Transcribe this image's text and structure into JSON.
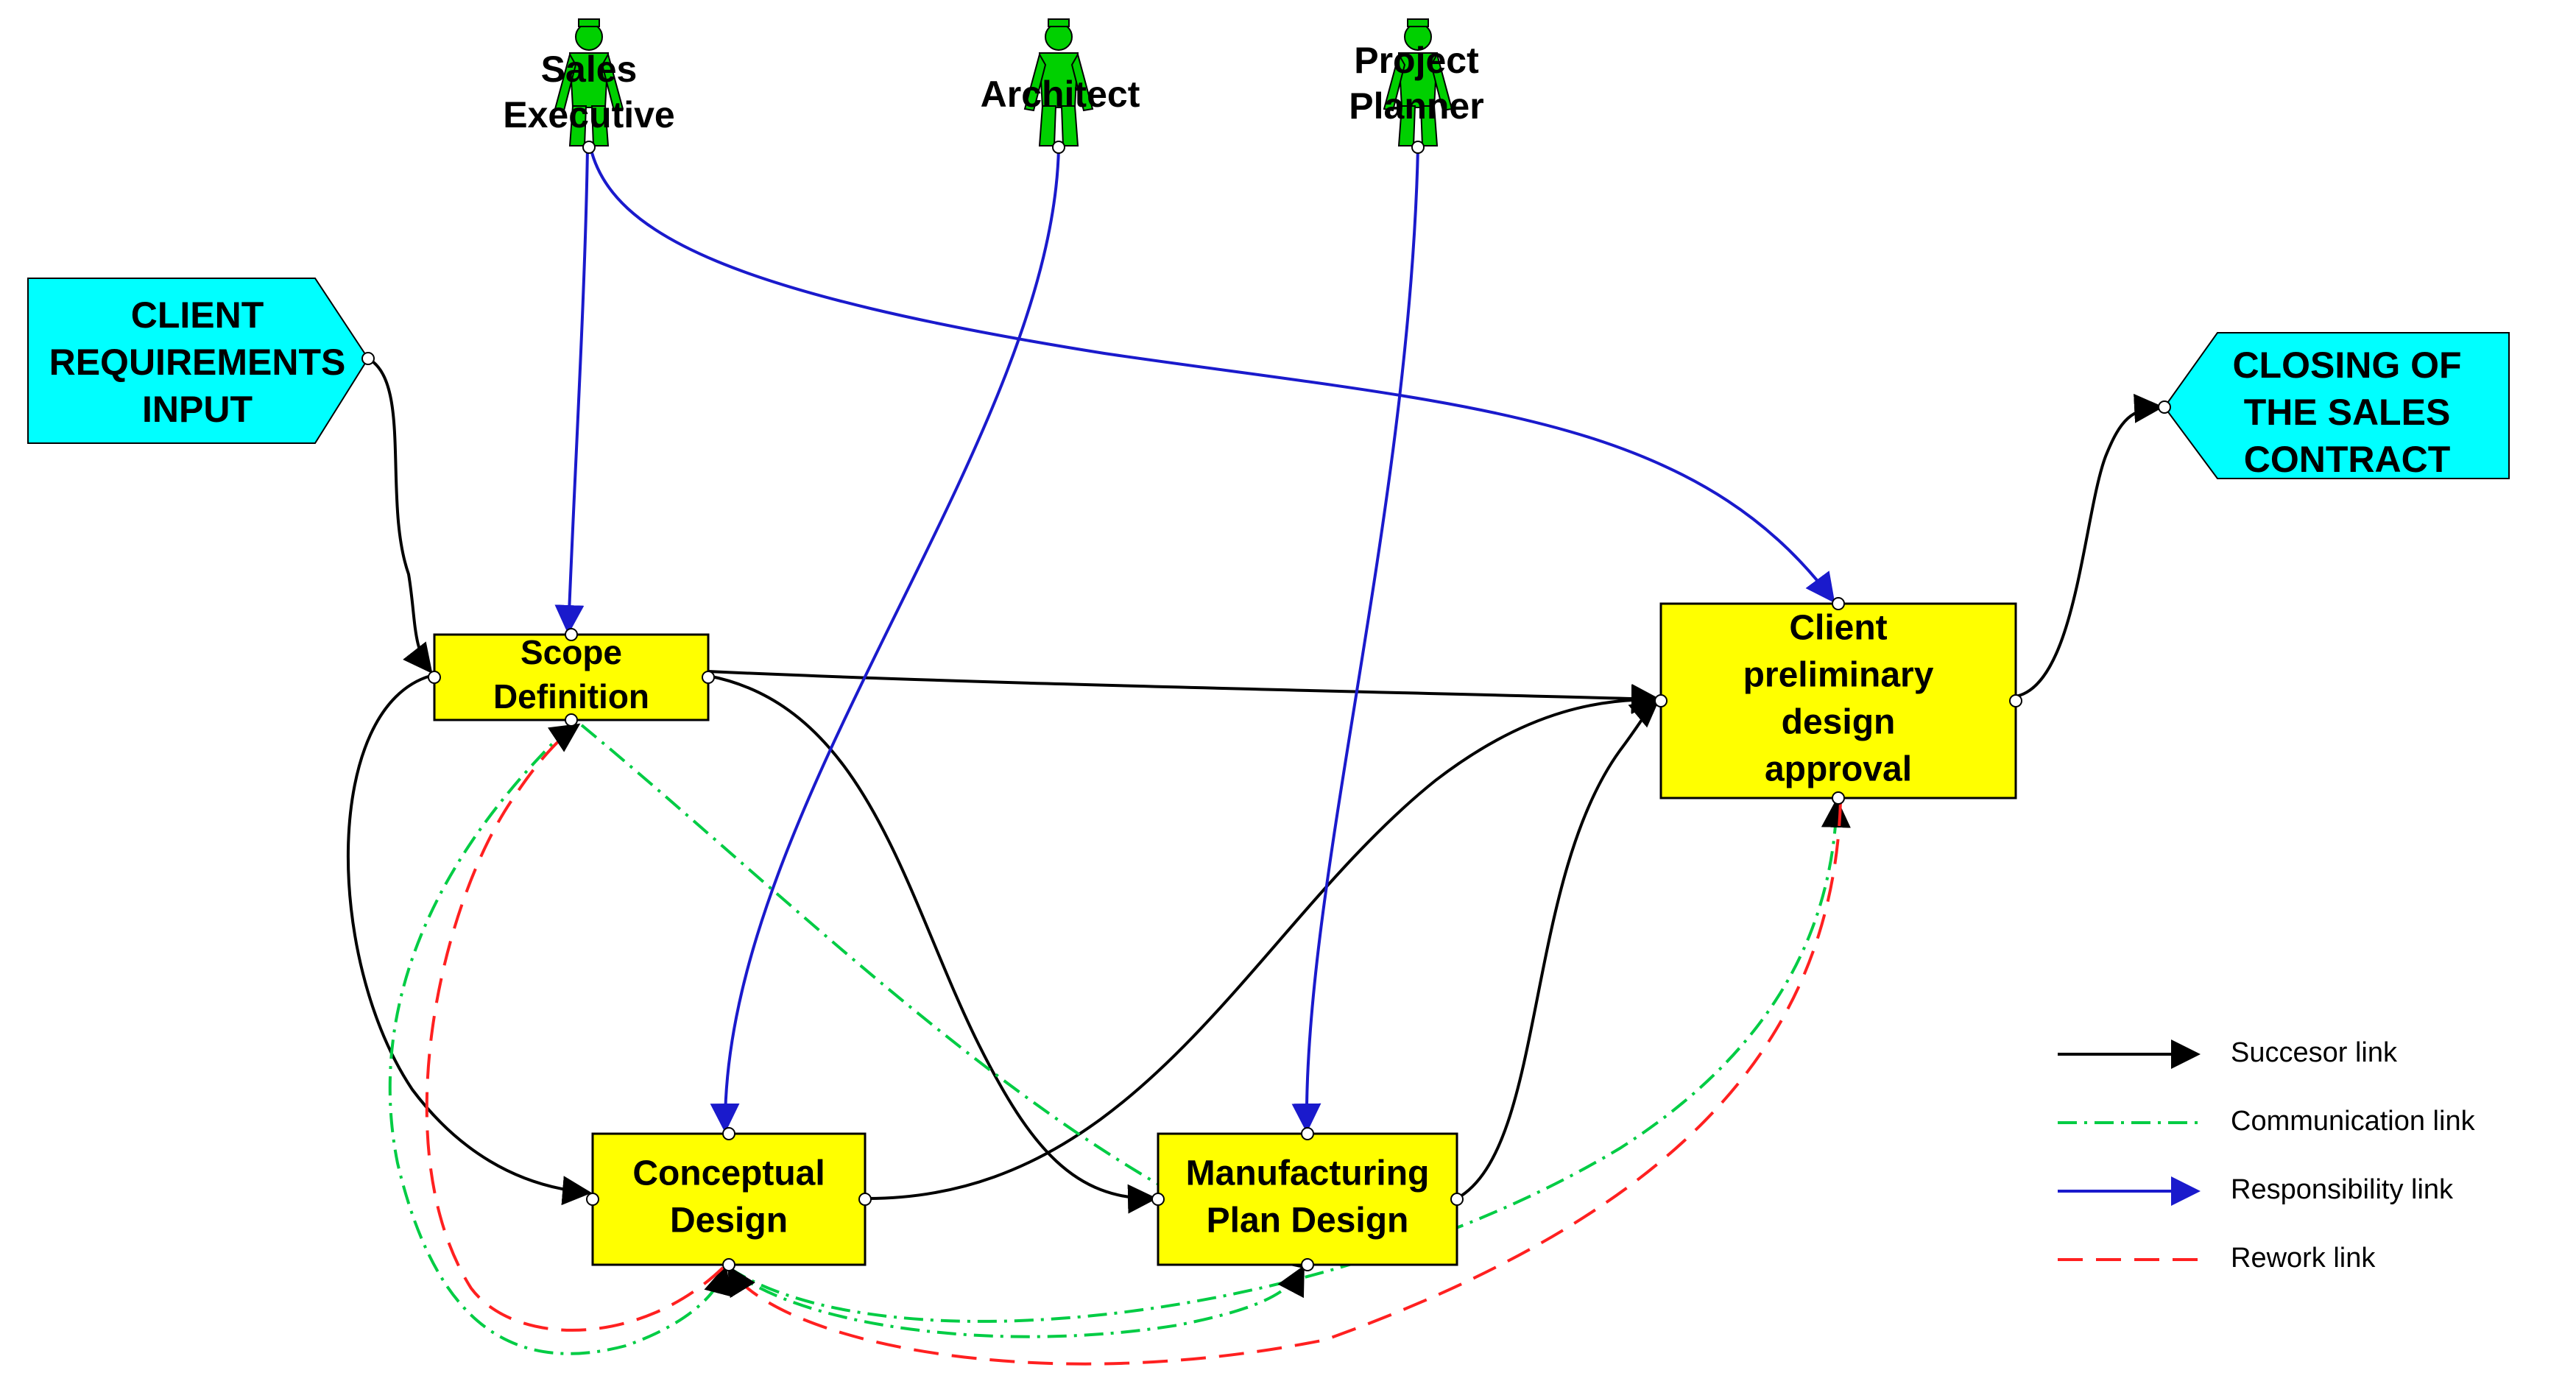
{
  "colors": {
    "task_fill": "#ffff00",
    "io_fill": "#00ffff",
    "actor_fill": "#00d000",
    "successor": "#000000",
    "communication": "#00cc44",
    "responsibility": "#1a1acc",
    "rework": "#ff2020"
  },
  "actors": [
    {
      "id": "sales",
      "icon": "person-icon",
      "lines": [
        "Sales",
        "Executive"
      ]
    },
    {
      "id": "architect",
      "icon": "person-icon",
      "lines": [
        "Architect"
      ]
    },
    {
      "id": "planner",
      "icon": "person-icon",
      "lines": [
        "Project",
        "Planner"
      ]
    }
  ],
  "io_nodes": [
    {
      "id": "client-requirements-input",
      "lines": [
        "CLIENT",
        "REQUIREMENTS",
        "INPUT"
      ]
    },
    {
      "id": "closing-of-sales-contract",
      "lines": [
        "CLOSING OF",
        "THE SALES",
        "CONTRACT"
      ]
    }
  ],
  "tasks": [
    {
      "id": "scope-definition",
      "lines": [
        "Scope",
        "Definition"
      ]
    },
    {
      "id": "conceptual-design",
      "lines": [
        "Conceptual",
        "Design"
      ]
    },
    {
      "id": "manufacturing-plan-design",
      "lines": [
        "Manufacturing",
        "Plan Design"
      ]
    },
    {
      "id": "client-preliminary-design-approval",
      "lines": [
        "Client",
        "preliminary",
        "design",
        "approval"
      ]
    }
  ],
  "links": [
    {
      "type": "successor",
      "from": "client-requirements-input",
      "to": "scope-definition"
    },
    {
      "type": "successor",
      "from": "scope-definition",
      "to": "client-preliminary-design-approval"
    },
    {
      "type": "successor",
      "from": "scope-definition",
      "to": "conceptual-design"
    },
    {
      "type": "successor",
      "from": "scope-definition",
      "to": "manufacturing-plan-design"
    },
    {
      "type": "successor",
      "from": "conceptual-design",
      "to": "client-preliminary-design-approval"
    },
    {
      "type": "successor",
      "from": "manufacturing-plan-design",
      "to": "client-preliminary-design-approval"
    },
    {
      "type": "successor",
      "from": "client-preliminary-design-approval",
      "to": "closing-of-sales-contract"
    },
    {
      "type": "responsibility",
      "from": "sales",
      "to": "scope-definition"
    },
    {
      "type": "responsibility",
      "from": "sales",
      "to": "client-preliminary-design-approval"
    },
    {
      "type": "responsibility",
      "from": "architect",
      "to": "conceptual-design"
    },
    {
      "type": "responsibility",
      "from": "planner",
      "to": "manufacturing-plan-design"
    },
    {
      "type": "communication",
      "from": "scope-definition",
      "to": "conceptual-design"
    },
    {
      "type": "communication",
      "from": "scope-definition",
      "to": "manufacturing-plan-design"
    },
    {
      "type": "communication",
      "from": "conceptual-design",
      "to": "client-preliminary-design-approval"
    },
    {
      "type": "communication",
      "from": "conceptual-design",
      "to": "manufacturing-plan-design"
    },
    {
      "type": "rework",
      "from": "conceptual-design",
      "to": "scope-definition"
    },
    {
      "type": "rework",
      "from": "client-preliminary-design-approval",
      "to": "conceptual-design"
    }
  ],
  "legend": [
    {
      "type": "successor",
      "label": "Succesor link"
    },
    {
      "type": "communication",
      "label": "Communication link"
    },
    {
      "type": "responsibility",
      "label": "Responsibility link"
    },
    {
      "type": "rework",
      "label": "Rework link"
    }
  ]
}
